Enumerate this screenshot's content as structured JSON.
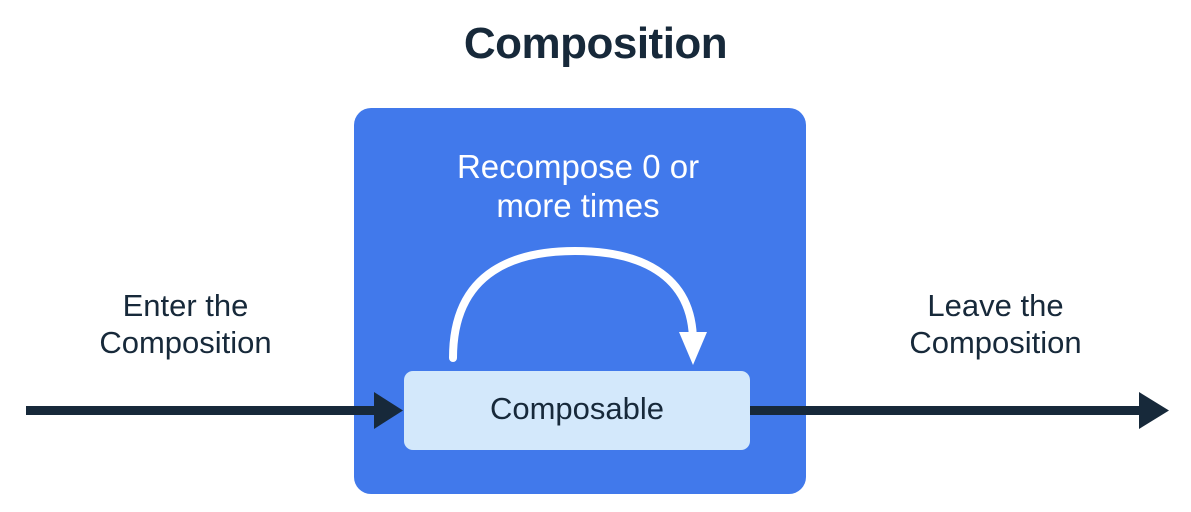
{
  "diagram": {
    "title": "Composition",
    "blue_region": {
      "name": "Composition region",
      "fill": "#4179EB",
      "inner_note_line1": "Recompose 0 or",
      "inner_note_line2": "more times",
      "note_color": "#FFFFFF"
    },
    "composable_box": {
      "label": "Composable",
      "fill": "#D3E8FB",
      "text_color": "#17293A"
    },
    "left_label": {
      "line1": "Enter the",
      "line2": "Composition"
    },
    "right_label": {
      "line1": "Leave the",
      "line2": "Composition"
    },
    "arrows": {
      "enter_arrow_name": "enter-flow-arrow",
      "leave_arrow_name": "leave-flow-arrow",
      "recompose_arrow_name": "recompose-loop-arrow",
      "flow_color": "#17293A",
      "loop_color": "#FFFFFF"
    },
    "colors": {
      "ink": "#17293A",
      "accent_blue": "#4179EB",
      "light_blue": "#D3E8FB",
      "background": "#FFFFFF"
    }
  }
}
